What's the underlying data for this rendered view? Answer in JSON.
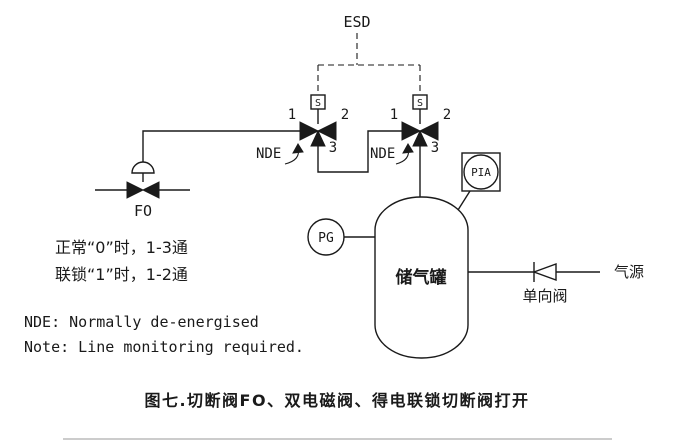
{
  "esd": {
    "label": "ESD"
  },
  "solenoid_valve_1": {
    "s": "S",
    "port1": "1",
    "port2": "2",
    "port3": "3",
    "nde": "NDE"
  },
  "solenoid_valve_2": {
    "s": "S",
    "port1": "1",
    "port2": "2",
    "port3": "3",
    "nde": "NDE"
  },
  "fo_valve": {
    "label": "FO"
  },
  "pg_gauge": {
    "label": "PG"
  },
  "pia_instrument": {
    "label": "PIA"
  },
  "tank": {
    "label": "储气罐"
  },
  "check_valve": {
    "label": "单向阀"
  },
  "gas_source": {
    "label": "气源"
  },
  "notes": {
    "line1": "正常“0”时，1-3通",
    "line2": "联锁“1”时，1-2通",
    "line3": "NDE: Normally de-energised",
    "line4": "Note: Line monitoring required."
  },
  "caption": "图七.切断阀FO、双电磁阀、得电联锁切断阀打开"
}
